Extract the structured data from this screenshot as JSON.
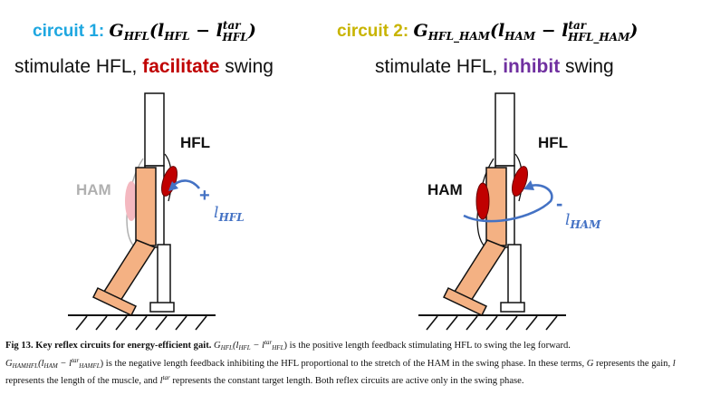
{
  "circuit1": {
    "title_prefix": "circuit 1: ",
    "eq_gain": "G",
    "eq_gain_sub": "HFL",
    "eq_open": "(l",
    "eq_l_sub": "HFL",
    "eq_minus": " − l",
    "eq_tar_sup": "tar",
    "eq_tar_sub": "HFL",
    "eq_close": ")",
    "subtitle_pre": "stimulate HFL, ",
    "subtitle_emph": "facilitate",
    "subtitle_post": " swing",
    "label_hfl": "HFL",
    "label_ham": "HAM",
    "feedback_sign": "+",
    "feedback_l": "l",
    "feedback_sub": "HFL"
  },
  "circuit2": {
    "title_prefix": "circuit 2: ",
    "eq_gain": "G",
    "eq_gain_sub": "HFL_HAM",
    "eq_open": "(l",
    "eq_l_sub": "HAM",
    "eq_minus": " − l",
    "eq_tar_sup": "tar",
    "eq_tar_sub": "HFL_HAM",
    "eq_close": ")",
    "subtitle_pre": "stimulate HFL, ",
    "subtitle_emph": "inhibit",
    "subtitle_post": " swing",
    "label_hfl": "HFL",
    "label_ham": "HAM",
    "feedback_sign": "-",
    "feedback_l": "l",
    "feedback_sub": "HAM"
  },
  "caption": {
    "fig_label": "Fig 13. Key reflex circuits for energy-efficient gait.",
    "t1": " G",
    "t1_sub": "HFL",
    "t2": "(l",
    "t2_sub": "HFL",
    "t3": " − l",
    "t3_sup": "tar",
    "t3_sub": "HFL",
    "t4": ") is the positive length feedback stimulating HFL to swing the leg forward.",
    "t5": "G",
    "t5_sub": "HAM",
    "t5_sub2": "HFL",
    "t6": "(l",
    "t6_sub": "HAM",
    "t7": " − l",
    "t7_sup": "tar",
    "t7_sub": "HAM",
    "t7_sub2": "FL",
    "t8": ") is the negative length feedback inhibiting the HFL proportional to the stretch of the HAM in the swing phase. In these terms, ",
    "t9": "G",
    "t10": " represents the gain, ",
    "t11": "l",
    "t12": " represents the length of the muscle, and ",
    "t13": "l",
    "t13_sup": "tar",
    "t14": " represents the constant target length. Both reflex circuits are active only in the swing phase."
  },
  "colors": {
    "circuit1_title": "#1ea7e0",
    "circuit2_title": "#c8b400",
    "facilitate": "#c00000",
    "inhibit": "#7030a0",
    "muscle_active": "#c00000",
    "muscle_faded": "#f4b8c0",
    "limb": "#f4b183",
    "arrow": "#4472c4",
    "faded_label": "#b0b0b0"
  }
}
